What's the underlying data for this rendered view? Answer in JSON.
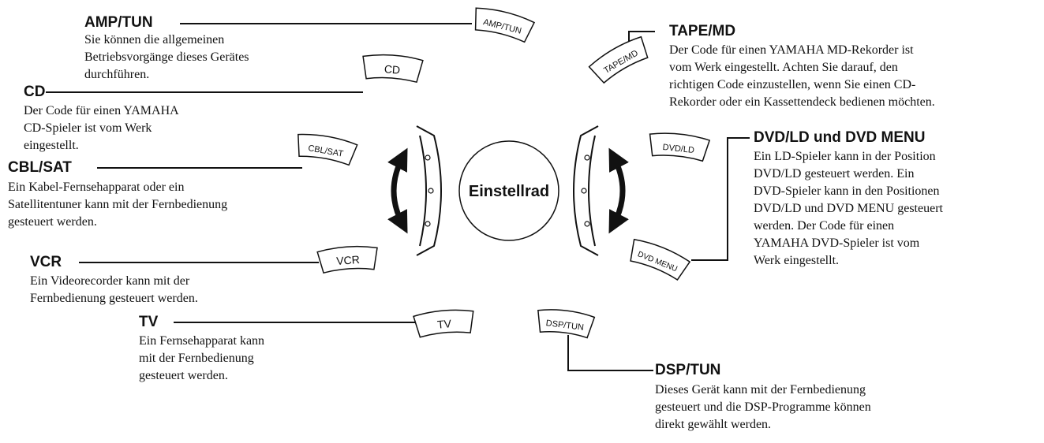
{
  "wheel": {
    "label": "Einstellrad"
  },
  "buttons": {
    "amp_tun": "AMP/TUN",
    "cd": "CD",
    "cbl_sat": "CBL/SAT",
    "vcr": "VCR",
    "tv": "TV",
    "dsp_tun": "DSP/TUN",
    "tape_md": "TAPE/MD",
    "dvd_ld": "DVD/LD",
    "dvd_menu": "DVD MENU"
  },
  "sections": {
    "amp_tun": {
      "title": "AMP/TUN",
      "desc": "Sie können die allgemeinen\nBetriebsvorgänge dieses Gerätes\ndurchführen."
    },
    "cd": {
      "title": "CD",
      "desc": "Der Code für einen YAMAHA\nCD-Spieler ist vom Werk\neingestellt."
    },
    "cbl_sat": {
      "title": "CBL/SAT",
      "desc": "Ein Kabel-Fernsehapparat oder ein\nSatellitentuner kann mit der Fernbedienung\ngesteuert werden."
    },
    "vcr": {
      "title": "VCR",
      "desc": "Ein Videorecorder kann mit der\nFernbedienung gesteuert werden."
    },
    "tv": {
      "title": "TV",
      "desc": "Ein Fernsehapparat kann\nmit der Fernbedienung\ngesteuert werden."
    },
    "tape_md": {
      "title": "TAPE/MD",
      "desc": "Der Code für einen YAMAHA MD-Rekorder ist\nvom Werk eingestellt. Achten Sie darauf, den\nrichtigen Code einzustellen, wenn Sie einen CD-\nRekorder oder ein Kassettendeck bedienen möchten."
    },
    "dvd": {
      "title": "DVD/LD und DVD MENU",
      "desc": "Ein LD-Spieler kann in der Position\nDVD/LD gesteuert werden. Ein\nDVD-Spieler kann in den Positionen\nDVD/LD und DVD MENU gesteuert\nwerden. Der Code für einen\nYAMAHA DVD-Spieler ist vom\nWerk eingestellt."
    },
    "dsp_tun": {
      "title": "DSP/TUN",
      "desc": "Dieses Gerät kann mit der Fernbedienung\ngesteuert und die DSP-Programme können\ndirekt gewählt werden."
    }
  }
}
